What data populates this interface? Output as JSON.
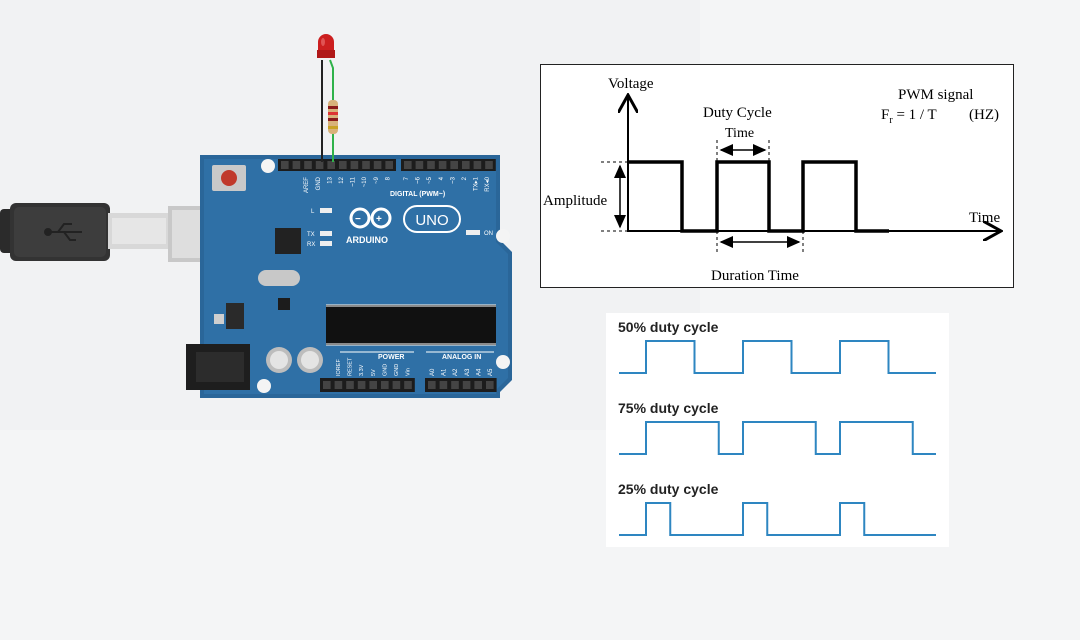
{
  "board": {
    "brand_text": "ARDUINO",
    "model_text": "UNO",
    "digital_header_label": "DIGITAL (PWM~)",
    "power_label": "POWER",
    "analog_label": "ANALOG IN",
    "led_l_label": "L",
    "led_tx_label": "TX",
    "led_rx_label": "RX",
    "on_label": "ON",
    "digital_pins": [
      "AREF",
      "GND",
      "13",
      "12",
      "~11",
      "~10",
      "~9",
      "8",
      "7",
      "~6",
      "~5",
      "4",
      "~3",
      "2",
      "TX▸1",
      "RX◂0"
    ],
    "power_pins": [
      "IOREF",
      "RESET",
      "3.3V",
      "5V",
      "GND",
      "GND",
      "Vin"
    ],
    "analog_pins": [
      "A0",
      "A1",
      "A2",
      "A3",
      "A4",
      "A5"
    ],
    "colors": {
      "board": "#2a6699",
      "led_red": "#cc1f1f",
      "wire_green": "#2fb24a",
      "wire_black": "#222222"
    }
  },
  "pwm_diagram": {
    "y_axis_label": "Voltage",
    "x_axis_label": "Time",
    "title": "PWM signal",
    "formula_main": "F",
    "formula_sub": "r",
    "formula_rest": " = 1 / T",
    "formula_unit": "(HZ)",
    "duty_cycle_label": "Duty Cycle",
    "duty_time_label": "Time",
    "amplitude_label": "Amplitude",
    "duration_label": "Duration Time"
  },
  "duty_cycles": {
    "color": "#2e86c1",
    "items": [
      {
        "label": "50% duty cycle",
        "duty": 0.5
      },
      {
        "label": "75% duty cycle",
        "duty": 0.75
      },
      {
        "label": "25% duty cycle",
        "duty": 0.25
      }
    ]
  }
}
